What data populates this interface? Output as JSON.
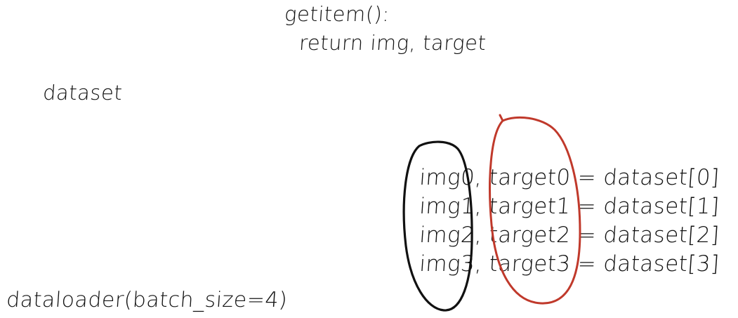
{
  "notes": {
    "getitem_line": "getitem():",
    "return_line": "return img, target",
    "dataset_label": "dataset",
    "dataloader_label": "dataloader(batch_size=4)"
  },
  "batch_rows": [
    "img0, target0 = dataset[0]",
    "img1, target1 = dataset[1]",
    "img2, target2 = dataset[2]",
    "img3, target3 = dataset[3]"
  ],
  "colors": {
    "ink": "#111111",
    "black_loop": "#111111",
    "red_loop": "#c0392b",
    "background": "#ffffff"
  },
  "annotations": {
    "img_group_loop": "black-ellipse",
    "target_group_loop": "red-ellipse"
  }
}
